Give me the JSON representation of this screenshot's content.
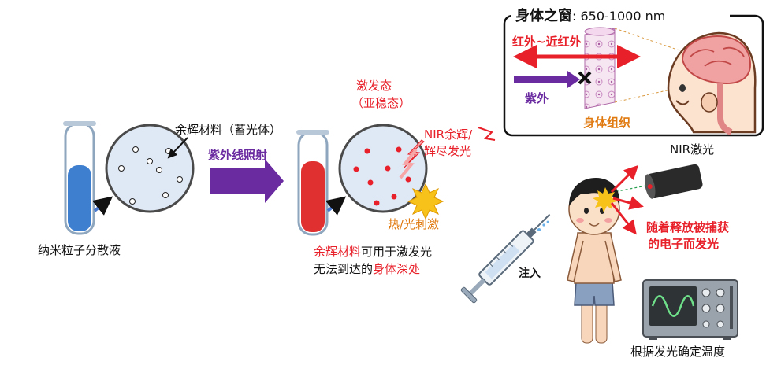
{
  "colors": {
    "red": "#e8202a",
    "purple": "#6a2aa0",
    "blue_liquid": "#3f7fd0",
    "red_liquid": "#e03030",
    "orange": "#e07a10",
    "circle_fill": "#dfe8f5"
  },
  "step1": {
    "material_label": "余辉材料（蓄光体）",
    "caption": "纳米粒子分散液"
  },
  "arrow_uv": {
    "label": "紫外线照射"
  },
  "step2": {
    "excited_line1": "激发态",
    "excited_line2": "（亚稳态）",
    "nir_line1": "NIR余辉/",
    "nir_line2": "辉尽发光",
    "stimulus": "热/光刺激",
    "caption_line1_red": "余辉材料",
    "caption_line1_black": "可用于激发光",
    "caption_line2_black": "无法到达的",
    "caption_line2_red": "身体深处"
  },
  "window_panel": {
    "title": "身体之窗",
    "range": ": 650-1000 nm",
    "ir_label": "红外~近红外",
    "uv_label": "紫外",
    "tissue_label": "身体组织"
  },
  "laser": {
    "label": "NIR激光"
  },
  "injection": {
    "label": "注入"
  },
  "emission": {
    "line1": "随着释放被捕获",
    "line2": "的电子而发光"
  },
  "oscilloscope": {
    "caption": "根据发光确定温度"
  },
  "icons": [
    "test-tube-icon",
    "syringe-icon",
    "laser-pointer-icon",
    "oscilloscope-icon",
    "brain-head-icon",
    "child-icon",
    "starburst-icon",
    "lightning-icon",
    "x-mark-icon"
  ]
}
